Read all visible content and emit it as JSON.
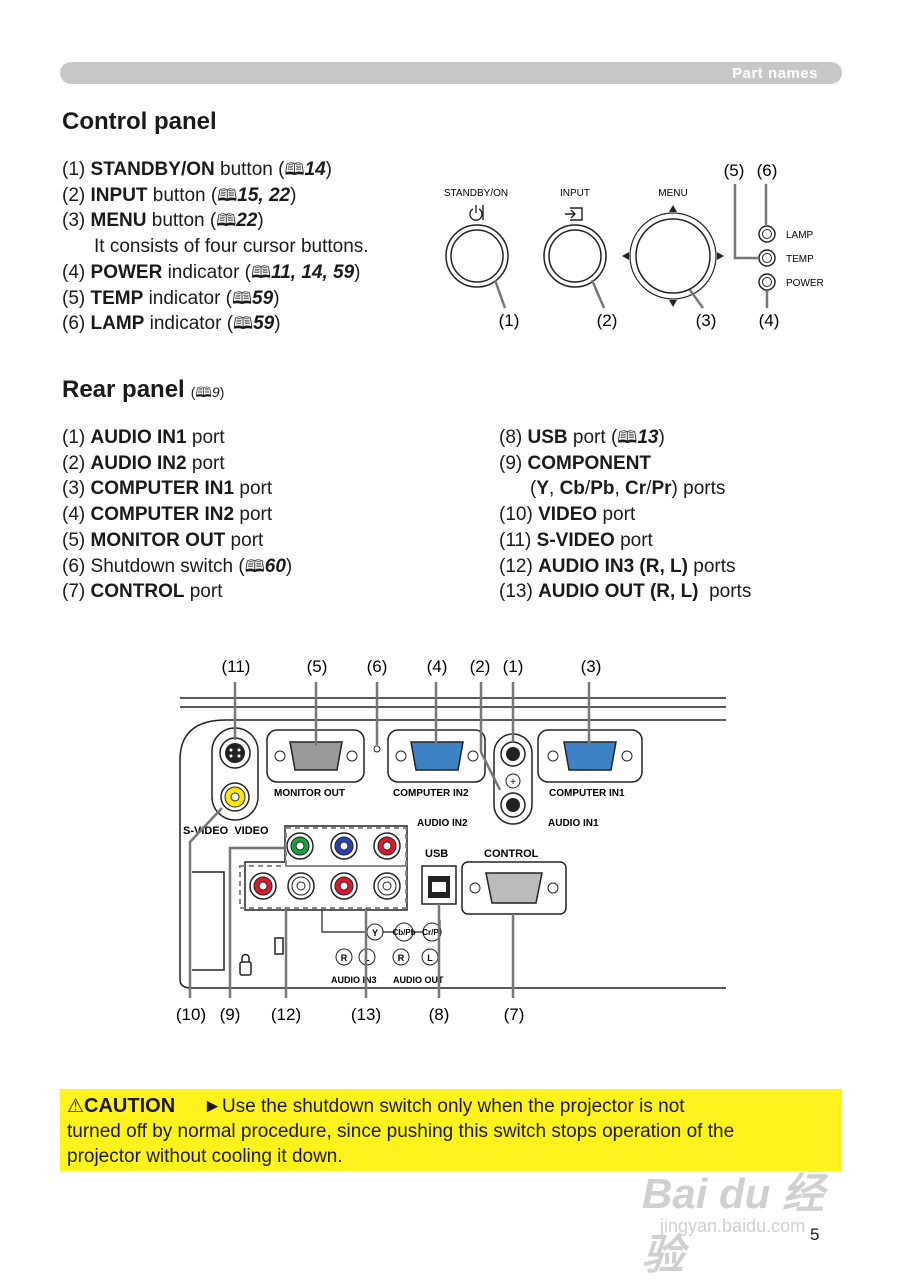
{
  "header": {
    "title": "Part names"
  },
  "control_panel": {
    "title": "Control panel",
    "items": [
      {
        "num": "(1)",
        "name": "STANDBY/ON",
        "suffix": " button (",
        "ref": "14",
        "close": ")"
      },
      {
        "num": "(2)",
        "name": "INPUT",
        "suffix": " button (",
        "ref": "15, 22",
        "close": ")"
      },
      {
        "num": "(3)",
        "name": "MENU",
        "suffix": " button (",
        "ref": "22",
        "close": ")"
      },
      {
        "num": "(4)",
        "name": "POWER",
        "suffix": " indicator (",
        "ref": "11, 14, 59",
        "close": ")"
      },
      {
        "num": "(5)",
        "name": "TEMP",
        "suffix": " indicator (",
        "ref": "59",
        "close": ")"
      },
      {
        "num": "(6)",
        "name": "LAMP",
        "suffix": " indicator (",
        "ref": "59",
        "close": ")"
      }
    ],
    "menu_note": "It consists of four cursor buttons.",
    "diagram": {
      "standby_label": "STANDBY/ON",
      "input_label": "INPUT",
      "menu_label": "MENU",
      "lamp_label": "LAMP",
      "temp_label": "TEMP",
      "power_label": "POWER",
      "callout_1": "(1)",
      "callout_2": "(2)",
      "callout_3": "(3)",
      "callout_4": "(4)",
      "callout_5": "(5)",
      "callout_6": "(6)"
    }
  },
  "rear_panel": {
    "title": "Rear panel",
    "title_ref": "9",
    "left_items": [
      {
        "num": "(1)",
        "name": "AUDIO IN1",
        "suffix": " port"
      },
      {
        "num": "(2)",
        "name": "AUDIO IN2",
        "suffix": " port"
      },
      {
        "num": "(3)",
        "name": "COMPUTER IN1",
        "suffix": " port"
      },
      {
        "num": "(4)",
        "name": "COMPUTER IN2",
        "suffix": " port"
      },
      {
        "num": "(5)",
        "name": "MONITOR OUT",
        "suffix": " port"
      },
      {
        "num": "(6)",
        "name": "",
        "plain": "Shutdown switch (",
        "ref": "60",
        "close": ")"
      },
      {
        "num": "(7)",
        "name": "CONTROL",
        "suffix": " port"
      }
    ],
    "right_items": {
      "usb": {
        "num": "(8)",
        "name": "USB",
        "suffix": " port (",
        "ref": "13",
        "close": ")"
      },
      "component": {
        "num": "(9)",
        "name": "COMPONENT",
        "line2_open": "(",
        "y": "Y",
        "comma1": ", ",
        "cb": "Cb",
        "slash1": "/",
        "pb": "Pb",
        "comma2": ", ",
        "cr": "Cr",
        "slash2": "/",
        "pr": "Pr",
        "line2_close": ") ports"
      },
      "video": {
        "num": "(10)",
        "name": "VIDEO",
        "suffix": " port"
      },
      "svideo": {
        "num": "(11)",
        "name": "S-VIDEO",
        "suffix": " port"
      },
      "audio_in3": {
        "num": "(12)",
        "name": "AUDIO IN3 (R, L)",
        "suffix": " ports"
      },
      "audio_out": {
        "num": "(13)",
        "name": "AUDIO OUT (R, L)",
        "suffix": "  ports"
      }
    },
    "diagram": {
      "monitor_out": "MONITOR OUT",
      "computer_in2": "COMPUTER IN2",
      "computer_in1": "COMPUTER IN1",
      "audio_in2": "AUDIO IN2",
      "audio_in1": "AUDIO IN1",
      "svideo_video": "S-VIDEO  VIDEO",
      "usb": "USB",
      "control": "CONTROL",
      "y": "Y",
      "cbpb": "Cb/Pb",
      "crpr": "Cr/Pr",
      "r1": "R",
      "l1": "L",
      "r2": "R",
      "l2": "L",
      "audio_in3": "AUDIO IN3",
      "audio_out": "AUDIO OUT",
      "top_callouts": [
        "(11)",
        "(5)",
        "(6)",
        "(4)",
        "(2)",
        "(1)",
        "(3)"
      ],
      "bottom_callouts": [
        "(10)",
        "(9)",
        "(12)",
        "(13)",
        "(8)",
        "(7)"
      ]
    }
  },
  "caution": {
    "title": "CAUTION",
    "text_line1": "►Use the shutdown switch only when the projector is not",
    "text_line2": "turned off by normal procedure, since pushing this switch stops operation of the",
    "text_line3": "projector without cooling it down."
  },
  "watermark": {
    "brand": "Bai du 经验",
    "url": "jingyan.baidu.com"
  },
  "page_number": "5"
}
